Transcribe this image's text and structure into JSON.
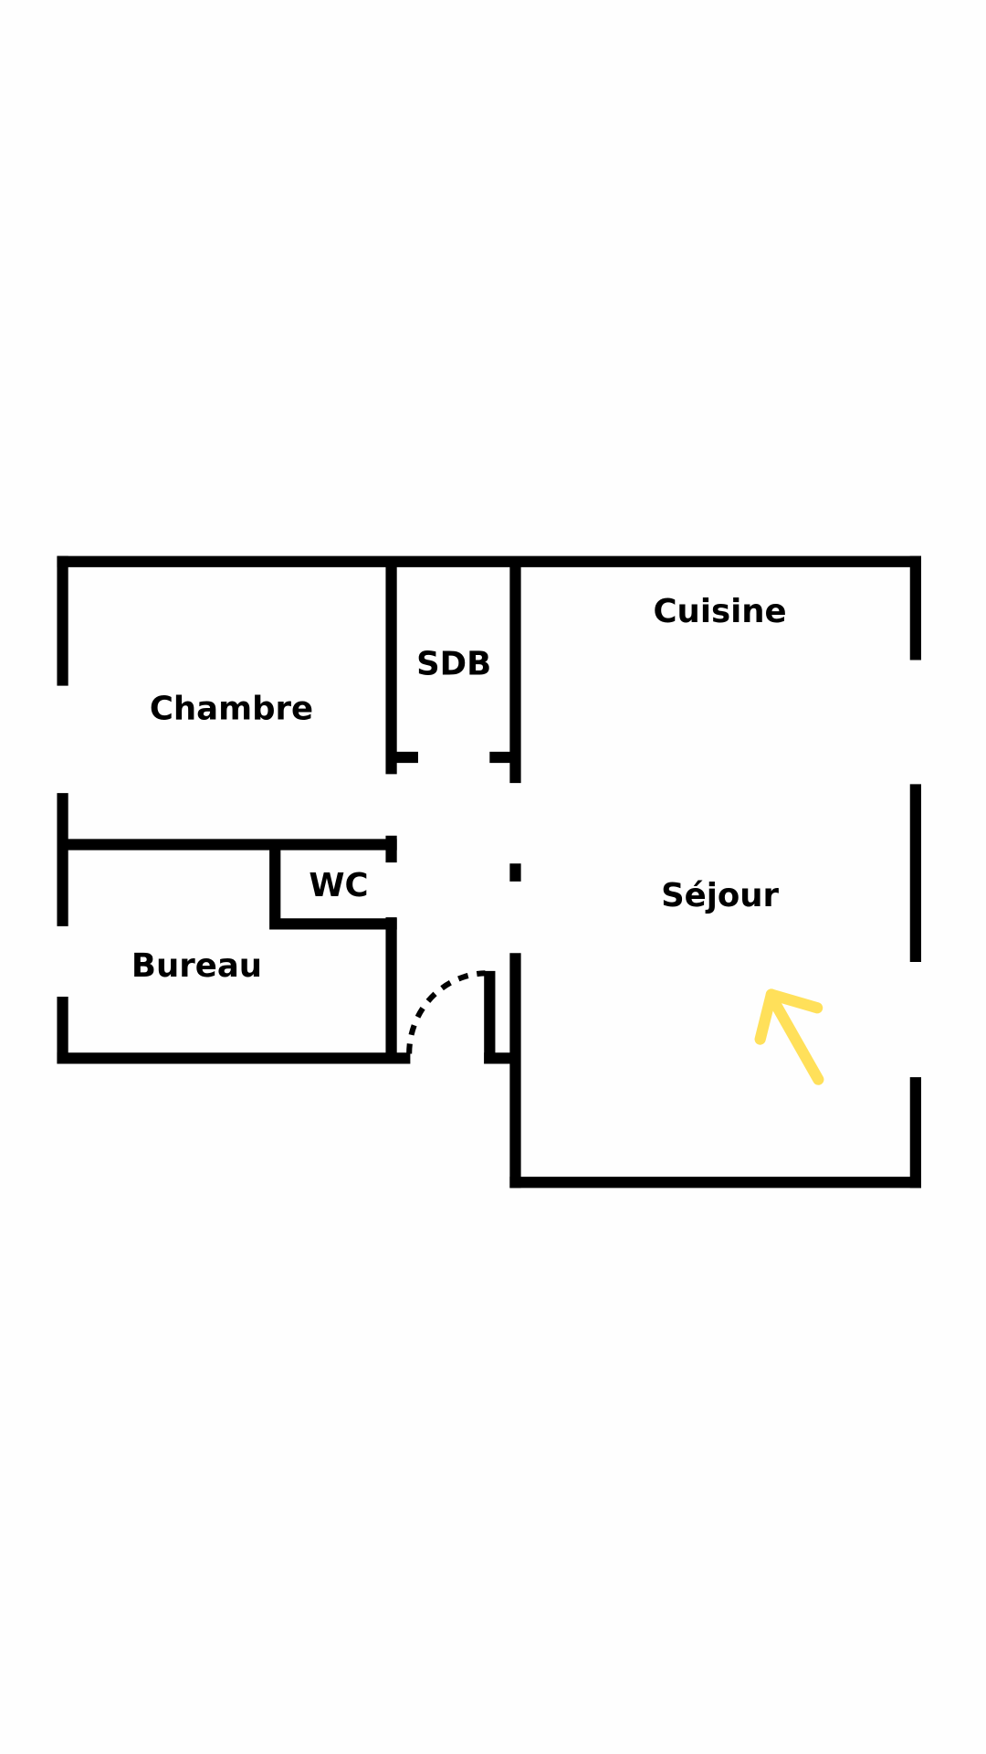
{
  "floor_plan": {
    "rooms": {
      "chambre": "Chambre",
      "sdb": "SDB",
      "cuisine": "Cuisine",
      "wc": "WC",
      "sejour": "Séjour",
      "bureau": "Bureau"
    },
    "colors": {
      "wall": "#000000",
      "arrow": "#FFE05A",
      "background": "#FEFEFE"
    },
    "icons": {
      "position_marker": "arrow-up-left-icon",
      "door_swing": "door-swing-arc"
    }
  }
}
